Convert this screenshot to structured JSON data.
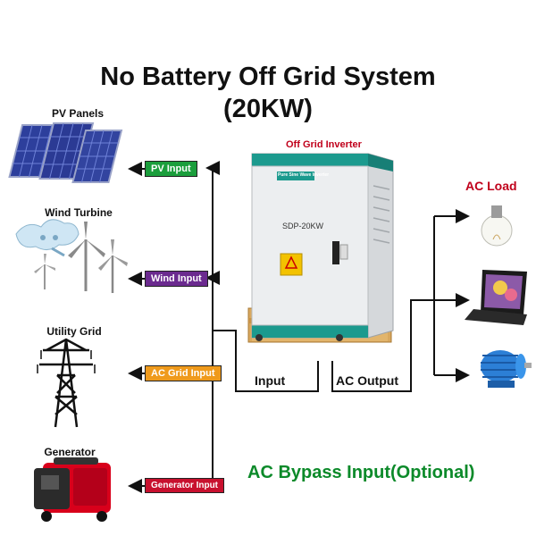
{
  "title": {
    "line1": "No Battery Off Grid System",
    "line2": "(20KW)"
  },
  "inverter": {
    "caption": "Off Grid Inverter",
    "panel_text": "Pure Sine Wave Inverter",
    "model": "SDP-20KW",
    "body_color": "#e7e9ec",
    "trim_color": "#1c9a8e",
    "pallet_color": "#d9a85e"
  },
  "sources": [
    {
      "key": "pv",
      "label": "PV Panels",
      "tag": "PV Input",
      "tag_color": "#1b9e3c",
      "icon": "solar-panel-icon"
    },
    {
      "key": "wind",
      "label": "Wind Turbine",
      "tag": "Wind Input",
      "tag_color": "#6b2a8f",
      "icon": "wind-turbine-icon"
    },
    {
      "key": "grid",
      "label": "Utility Grid",
      "tag": "AC Grid Input",
      "tag_color": "#ef9a1c",
      "icon": "power-tower-icon"
    },
    {
      "key": "gen",
      "label": "Generator",
      "tag": "Generator Input",
      "tag_color": "#c8102e",
      "icon": "generator-icon"
    }
  ],
  "flow": {
    "input": "Input",
    "output": "AC Output"
  },
  "loads": {
    "label": "AC Load",
    "items": [
      "light-bulb-icon",
      "laptop-icon",
      "electric-motor-icon"
    ]
  },
  "bypass": {
    "text": "AC Bypass Input(Optional)",
    "color": "#0c8a2a"
  },
  "colors": {
    "line": "#111111",
    "accent_red": "#c0001b"
  }
}
